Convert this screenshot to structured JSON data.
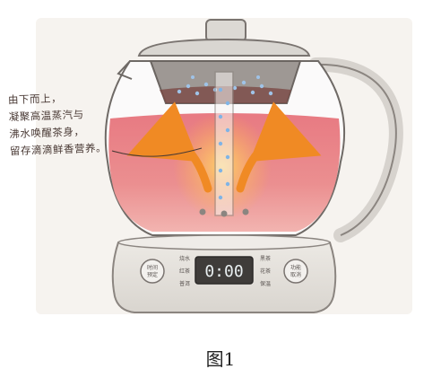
{
  "annotation": {
    "lines": [
      "由下而上，",
      "凝聚高温蒸汽与",
      "沸水唤醒茶身，",
      "留存滴滴鲜香营养。"
    ]
  },
  "control_panel": {
    "left_button": [
      "时间",
      "预定"
    ],
    "left_labels": [
      "烧水",
      "红茶",
      "普洱"
    ],
    "display": "0:00",
    "right_labels": [
      "黑茶",
      "花茶",
      "保温"
    ],
    "right_button": [
      "功能",
      "取消"
    ]
  },
  "caption": "图1",
  "colors": {
    "tea": "#e57a80",
    "glass_outline": "#6f6a66",
    "base_body": "#e6e3de",
    "display_bg": "#3f3c3a",
    "display_digits": "#e8eef0",
    "arrow_orange": "#f08a24",
    "bubbles_blue": "#9fc3e8"
  }
}
